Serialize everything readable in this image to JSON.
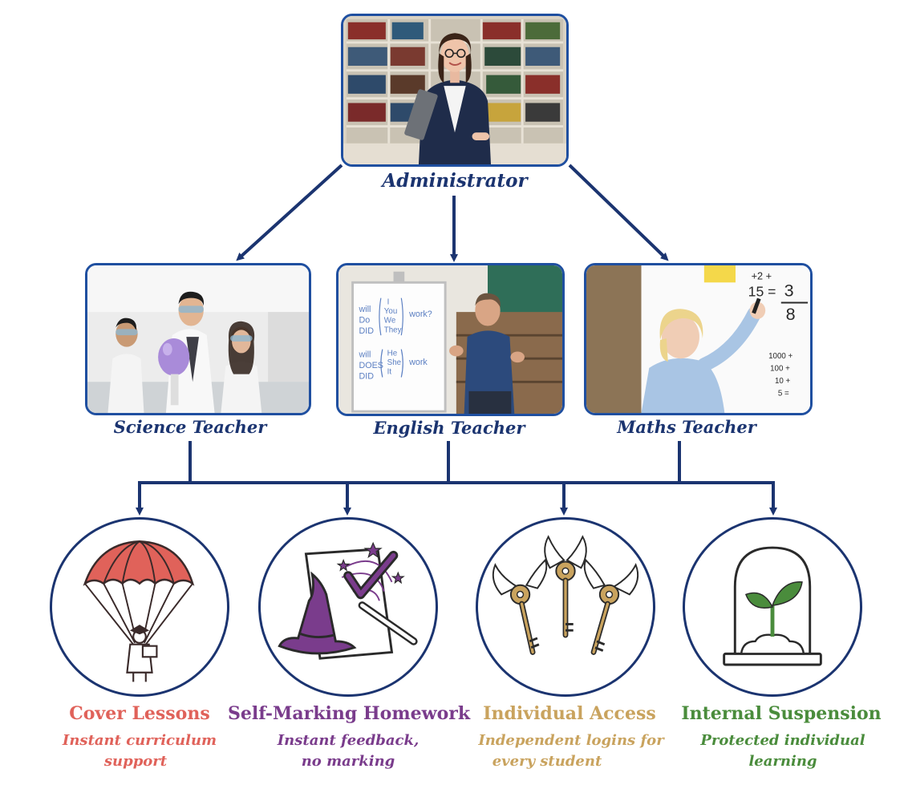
{
  "roles": {
    "admin": "Administrator",
    "science": "Science Teacher",
    "english": "English Teacher",
    "maths": "Maths Teacher"
  },
  "whiteboard": {
    "line1": "will",
    "line2": "Do",
    "line3": "DID",
    "word1": "I",
    "word2": "You",
    "word3": "We",
    "word4": "They",
    "verb1": "work?",
    "line4": "will",
    "line5": "DOES",
    "line6": "DID",
    "word5": "He",
    "word6": "She",
    "word7": "It",
    "verb2": "work"
  },
  "maths_board": {
    "eq1": "+2 +",
    "eq2": "15 =",
    "eq3": "3",
    "eq4": "8",
    "sum1": "1000 +",
    "sum2": "100 +",
    "sum3": "10 +",
    "sum4": "5 ="
  },
  "features": [
    {
      "title": "Cover Lessons",
      "sub1": "Instant curriculum",
      "sub2": "support",
      "color": "#e0625a",
      "icon": "parachute-icon"
    },
    {
      "title": "Self-Marking Homework",
      "sub1": "Instant feedback,",
      "sub2": "no marking",
      "color": "#7a3c8c",
      "icon": "wizard-hat-icon"
    },
    {
      "title": "Individual Access",
      "sub1": "Independent logins for",
      "sub2": "every student",
      "color": "#c9a35e",
      "icon": "winged-keys-icon"
    },
    {
      "title": "Internal Suspension",
      "sub1": "Protected individual",
      "sub2": "learning",
      "color": "#4a8c3c",
      "icon": "seedling-jar-icon"
    }
  ],
  "colors": {
    "navy": "#1b3470",
    "frame": "#1f4fa0"
  }
}
